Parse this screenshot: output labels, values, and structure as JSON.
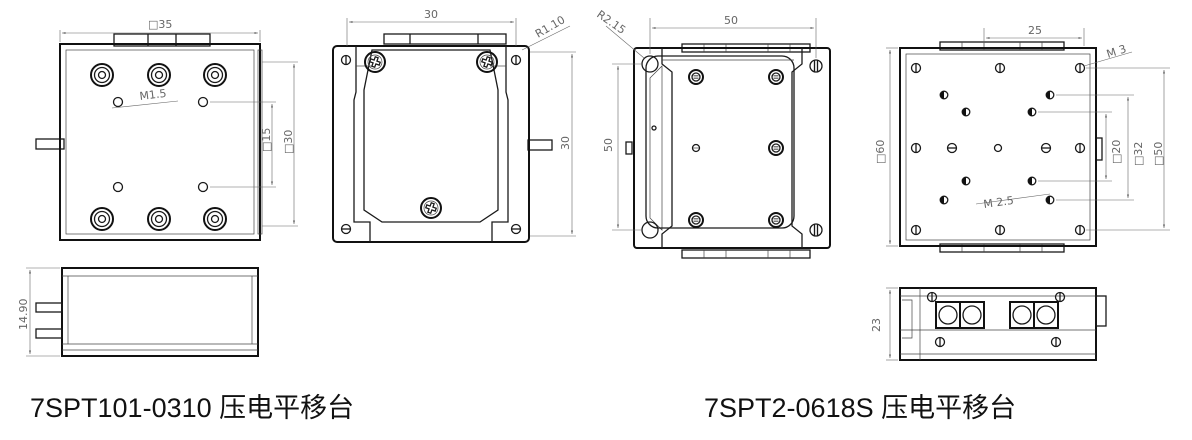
{
  "captions": {
    "left": "7SPT101-0310 压电平移台",
    "right": "7SPT2-0618S 压电平移台"
  },
  "dimensions": {
    "v1_width": "□35",
    "v1_hole": "M1.5",
    "v1_inner": "□15",
    "v1_outer": "□30",
    "v1_side_height": "14.90",
    "v2_width": "30",
    "v2_radius": "R1.10",
    "v2_height": "30",
    "v3_radius": "R2.15",
    "v3_width": "50",
    "v3_height": "50",
    "v4_overall": "□60",
    "v4_top": "25",
    "v4_thread_top": "M 3",
    "v4_thread_mid": "M 2.5",
    "v4_sq20": "□20",
    "v4_sq32": "□32",
    "v4_sq50": "□50",
    "v4_side_height": "23"
  }
}
